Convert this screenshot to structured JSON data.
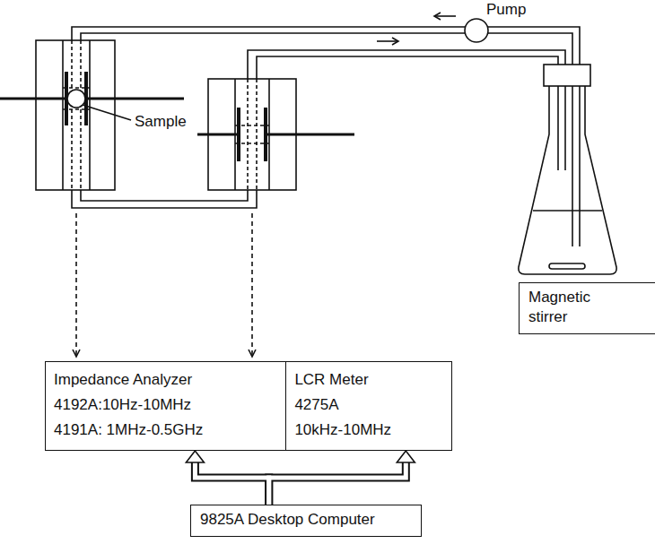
{
  "diagram": {
    "nodes": [
      {
        "text": [
          "Pump"
        ]
      },
      {
        "text": [
          "Impedance Analyzer",
          "4192A:10Hz-10MHz",
          "4191A: 1MHz-0.5GHz"
        ]
      },
      {
        "text": [
          "LCR Meter",
          "4275A",
          "10kHz-10MHz"
        ]
      },
      {
        "text": [
          "Magnetic stirrer"
        ]
      },
      {
        "text": [
          "9825A Desktop Computer"
        ]
      }
    ],
    "edges": [
      {
        "from": 4,
        "to": 1,
        "arrow": "to"
      },
      {
        "from": 4,
        "to": 2,
        "arrow": "to"
      }
    ],
    "labels": [
      "Sample"
    ]
  }
}
